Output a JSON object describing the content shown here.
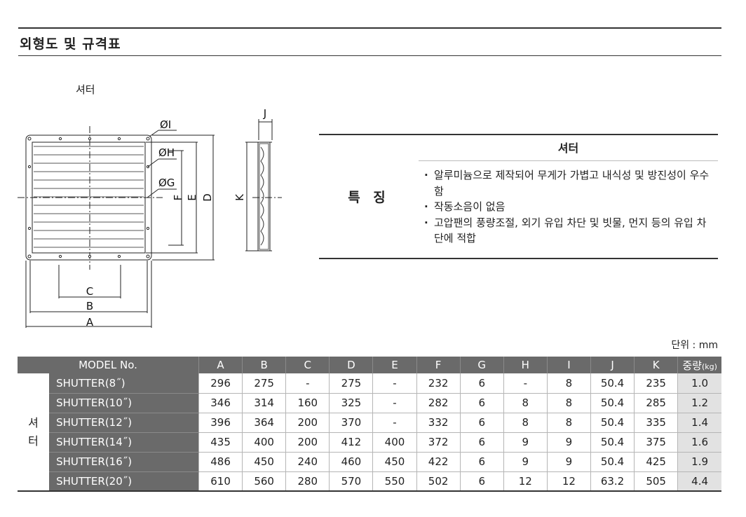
{
  "header": {
    "title": "외형도 및 규격표"
  },
  "drawing": {
    "caption": "셔터",
    "dims": {
      "I": "ØI",
      "H": "ØH",
      "G": "ØG",
      "F": "F",
      "E": "E",
      "D": "D",
      "K": "K",
      "J": "J",
      "C": "C",
      "B": "B",
      "A": "A"
    }
  },
  "features": {
    "label": "특 징",
    "product": "셔터",
    "items": [
      "알루미늄으로 제작되어 무게가 가볍고 내식성 및 방진성이 우수함",
      "작동소음이 없음",
      "고압팬의 풍량조절, 외기 유입 차단 및 빗물, 먼지 등의 유입 차단에 적합"
    ]
  },
  "table": {
    "unit": "단위 : mm",
    "group": "셔터",
    "model_header": "MODEL No.",
    "columns": [
      "A",
      "B",
      "C",
      "D",
      "E",
      "F",
      "G",
      "H",
      "I",
      "J",
      "K"
    ],
    "weight_header": "중량",
    "weight_unit": "(kg)",
    "rows": [
      {
        "model": "SHUTTER(8˝)",
        "values": [
          "296",
          "275",
          "-",
          "275",
          "-",
          "232",
          "6",
          "-",
          "8",
          "50.4",
          "235"
        ],
        "weight": "1.0"
      },
      {
        "model": "SHUTTER(10˝)",
        "values": [
          "346",
          "314",
          "160",
          "325",
          "-",
          "282",
          "6",
          "8",
          "8",
          "50.4",
          "285"
        ],
        "weight": "1.2"
      },
      {
        "model": "SHUTTER(12˝)",
        "values": [
          "396",
          "364",
          "200",
          "370",
          "-",
          "332",
          "6",
          "8",
          "8",
          "50.4",
          "335"
        ],
        "weight": "1.4"
      },
      {
        "model": "SHUTTER(14˝)",
        "values": [
          "435",
          "400",
          "200",
          "412",
          "400",
          "372",
          "6",
          "9",
          "9",
          "50.4",
          "375"
        ],
        "weight": "1.6"
      },
      {
        "model": "SHUTTER(16˝)",
        "values": [
          "486",
          "450",
          "240",
          "460",
          "450",
          "422",
          "6",
          "9",
          "9",
          "50.4",
          "425"
        ],
        "weight": "1.9"
      },
      {
        "model": "SHUTTER(20˝)",
        "values": [
          "610",
          "560",
          "280",
          "570",
          "550",
          "502",
          "6",
          "12",
          "12",
          "63.2",
          "505"
        ],
        "weight": "4.4"
      }
    ]
  }
}
